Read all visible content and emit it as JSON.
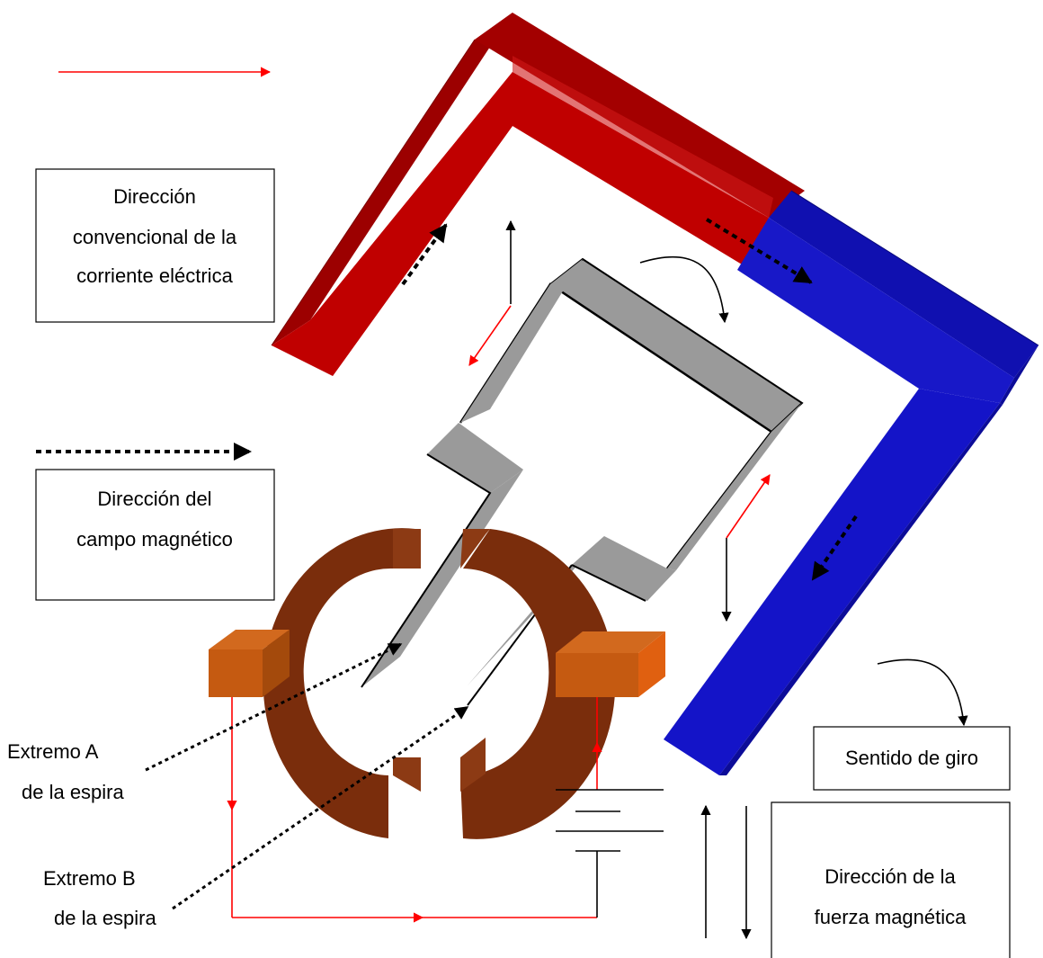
{
  "legend": {
    "current_direction": [
      "Dirección",
      "convencional de la",
      "corriente eléctrica"
    ],
    "field_direction": [
      "Dirección del",
      "campo magnético"
    ],
    "rotation_sense": [
      "Sentido de giro"
    ],
    "force_direction": [
      "Dirección de la",
      "fuerza magnética"
    ]
  },
  "annotations": {
    "end_a": [
      "Extremo A",
      "de la espira"
    ],
    "end_b": [
      "Extremo B",
      "de la espira"
    ]
  },
  "colors": {
    "north_pole": "#c00000",
    "south_pole": "#1414c8",
    "coil": "#9a9a9a",
    "commutator": "#7a2d0c",
    "brushes": "#c55a11",
    "current_arrow": "#ff0000",
    "field_arrow": "#000000"
  }
}
